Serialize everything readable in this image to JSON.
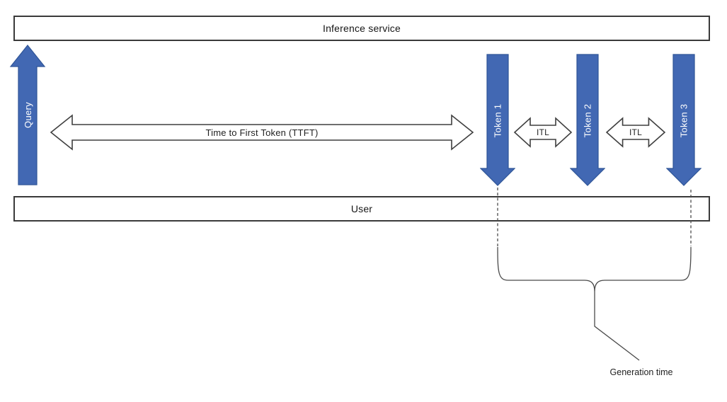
{
  "diagram": {
    "inference_bar": {
      "label": "Inference service"
    },
    "user_bar": {
      "label": "User"
    },
    "query_arrow": {
      "label": "Query"
    },
    "ttft_arrow": {
      "label": "Time to First Token (TTFT)"
    },
    "token_arrows": [
      {
        "label": "Token 1"
      },
      {
        "label": "Token 2"
      },
      {
        "label": "Token 3"
      }
    ],
    "itl_arrows": [
      {
        "label": "ITL"
      },
      {
        "label": "ITL"
      }
    ],
    "generation_time": {
      "label": "Generation time"
    },
    "colors": {
      "arrow_blue": "#4268B3",
      "arrow_blue_border": "#2F5597",
      "outline_gray": "#3f3f3f",
      "background": "#ffffff"
    }
  }
}
